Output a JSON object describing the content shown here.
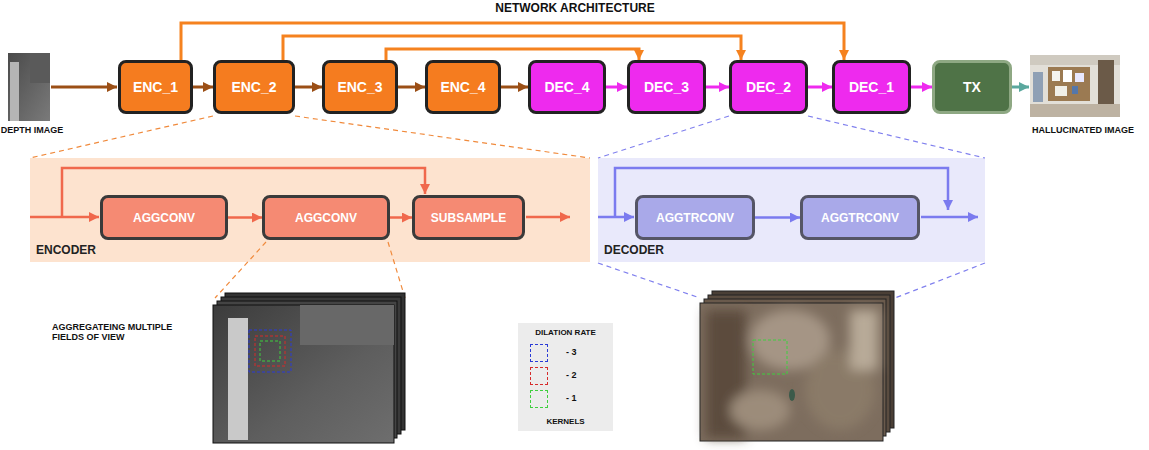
{
  "diagram": {
    "title": "NETWORK ARCHITECTURE",
    "nodes": [
      {
        "text": [
          "ENC_1"
        ]
      },
      {
        "text": [
          "ENC_2"
        ]
      },
      {
        "text": [
          "ENC_3"
        ]
      },
      {
        "text": [
          "ENC_4"
        ]
      },
      {
        "text": [
          "DEC_4"
        ]
      },
      {
        "text": [
          "DEC_3"
        ]
      },
      {
        "text": [
          "DEC_2"
        ]
      },
      {
        "text": [
          "DEC_1"
        ]
      },
      {
        "text": [
          "TX"
        ]
      },
      {
        "text": [
          "ENCODER"
        ]
      },
      {
        "text": [
          "AGGCONV"
        ],
        "in": 9
      },
      {
        "text": [
          "AGGCONV"
        ],
        "in": 9
      },
      {
        "text": [
          "SUBSAMPLE"
        ],
        "in": 9
      },
      {
        "text": [
          "DECODER"
        ]
      },
      {
        "text": [
          "AGGTRCONV"
        ],
        "in": 13
      },
      {
        "text": [
          "AGGTRCONV"
        ],
        "in": 13
      }
    ],
    "edges": [
      {
        "from": 0,
        "to": 1,
        "arrow": "to"
      },
      {
        "from": 1,
        "to": 2,
        "arrow": "to"
      },
      {
        "from": 2,
        "to": 3,
        "arrow": "to"
      },
      {
        "from": 3,
        "to": 4,
        "arrow": "to"
      },
      {
        "from": 4,
        "to": 5,
        "arrow": "to"
      },
      {
        "from": 5,
        "to": 6,
        "arrow": "to"
      },
      {
        "from": 6,
        "to": 7,
        "arrow": "to"
      },
      {
        "from": 7,
        "to": 8,
        "arrow": "to"
      },
      {
        "from": 0,
        "to": 7,
        "arrow": "to"
      },
      {
        "from": 1,
        "to": 6,
        "arrow": "to"
      },
      {
        "from": 2,
        "to": 5,
        "arrow": "to"
      },
      {
        "from": 10,
        "to": 11,
        "arrow": "to"
      },
      {
        "from": 11,
        "to": 12,
        "arrow": "to"
      },
      {
        "from": 14,
        "to": 15,
        "arrow": "to"
      }
    ],
    "labels": [
      "DEPTH IMAGE",
      "HALLUCINATED IMAGE",
      "AGGREGATEING MULTIPLE FIELDS OF VIEW",
      "DILATION RATE",
      "KERNELS"
    ],
    "legend": [
      {
        "text": "- 3",
        "color": "#2b3bd6"
      },
      {
        "text": "- 2",
        "color": "#d62b2b"
      },
      {
        "text": "- 1",
        "color": "#3fcf3f"
      }
    ]
  }
}
